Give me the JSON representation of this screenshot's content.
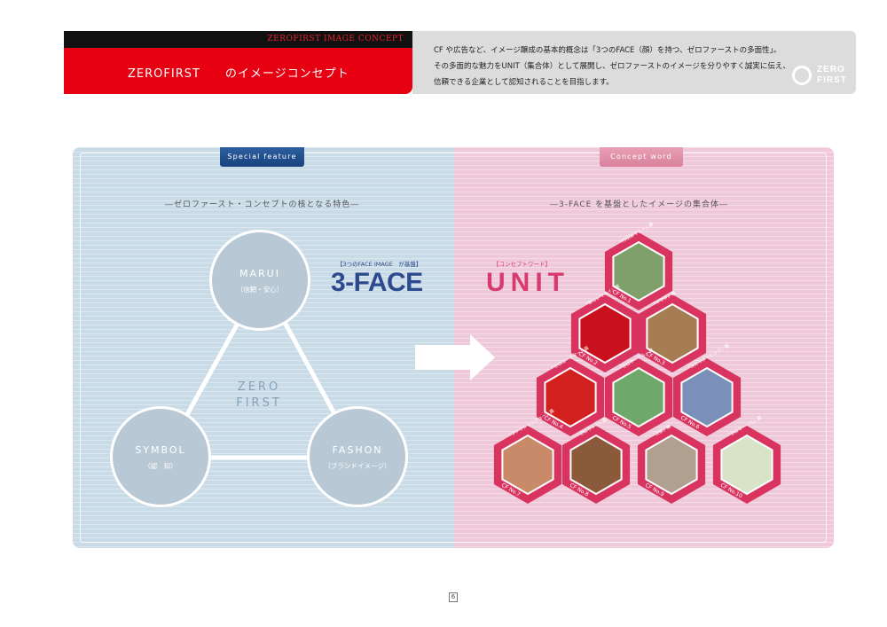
{
  "header": {
    "concept_tag": "ZEROFIRST IMAGE CONCEPT",
    "title": "ZEROFIRST　　のイメージコンセプト",
    "desc_line1": "CF や広告など、イメージ醸成の基本的概念は「3つのFACE（顔）を持つ、ゼロファーストの多面性」。",
    "desc_line2": "その多面的な魅力をUNIT（集合体）として展開し、ゼロファーストのイメージを分りやすく誠実に伝え、",
    "desc_line3": "信頼できる企業として認知されることを目指します。",
    "logo_line1": "ZERO",
    "logo_line2": "FIRST"
  },
  "left_panel": {
    "tab": "Special feature",
    "subtitle": "―ゼロファースト・コンセプトの核となる特色―",
    "circles": {
      "marui_title": "MARUI",
      "marui_sub": "（信頼・安心）",
      "symbol_title": "SYMBOL",
      "symbol_sub": "（認　知）",
      "fashon_title": "FASHON",
      "fashon_sub": "（ブランドイメージ）"
    },
    "center_line1": "ZERO",
    "center_line2": "FIRST",
    "face_label": "【3つのFACE IMAGE　が基盤】",
    "face_big": "3-FACE"
  },
  "right_panel": {
    "tab": "Concept word",
    "subtitle": "―3-FACE を基盤としたイメージの集合体―",
    "unit_label": "【コンセプトワード】",
    "unit_big": "UNIT",
    "hexes": [
      {
        "caption": "「丹羽家マルイ」篇",
        "cf": "CF No.1"
      },
      {
        "caption": "「新しいマルイ」篇",
        "cf": "CF No.2"
      },
      {
        "caption": "「ヤマダ」篇",
        "cf": "CF No.3"
      },
      {
        "caption": "「ゼロコースター」篇",
        "cf": "CF No.4"
      },
      {
        "caption": "「ゼロサークル」篇",
        "cf": "CF No.5"
      },
      {
        "caption": "「スカイダイビング」篇",
        "cf": "CF No.6"
      },
      {
        "caption": "「ファッションショー」篇",
        "cf": "CF No.7"
      },
      {
        "caption": "「ゼロちゃん」篇",
        "cf": "CF No.8"
      },
      {
        "caption": "「決意」篇",
        "cf": "CF No.9"
      },
      {
        "caption": "「ゼロマーベル」篇",
        "cf": "CF No.10"
      }
    ]
  },
  "footer": {
    "page_number": "6"
  },
  "colors": {
    "brand_red": "#e60012",
    "blue_panel": "#c9dbe7",
    "pink_panel": "#efc9d9",
    "hex_border": "#d9345f",
    "face_blue": "#2e4a8e",
    "unit_pink": "#d83b6e"
  }
}
